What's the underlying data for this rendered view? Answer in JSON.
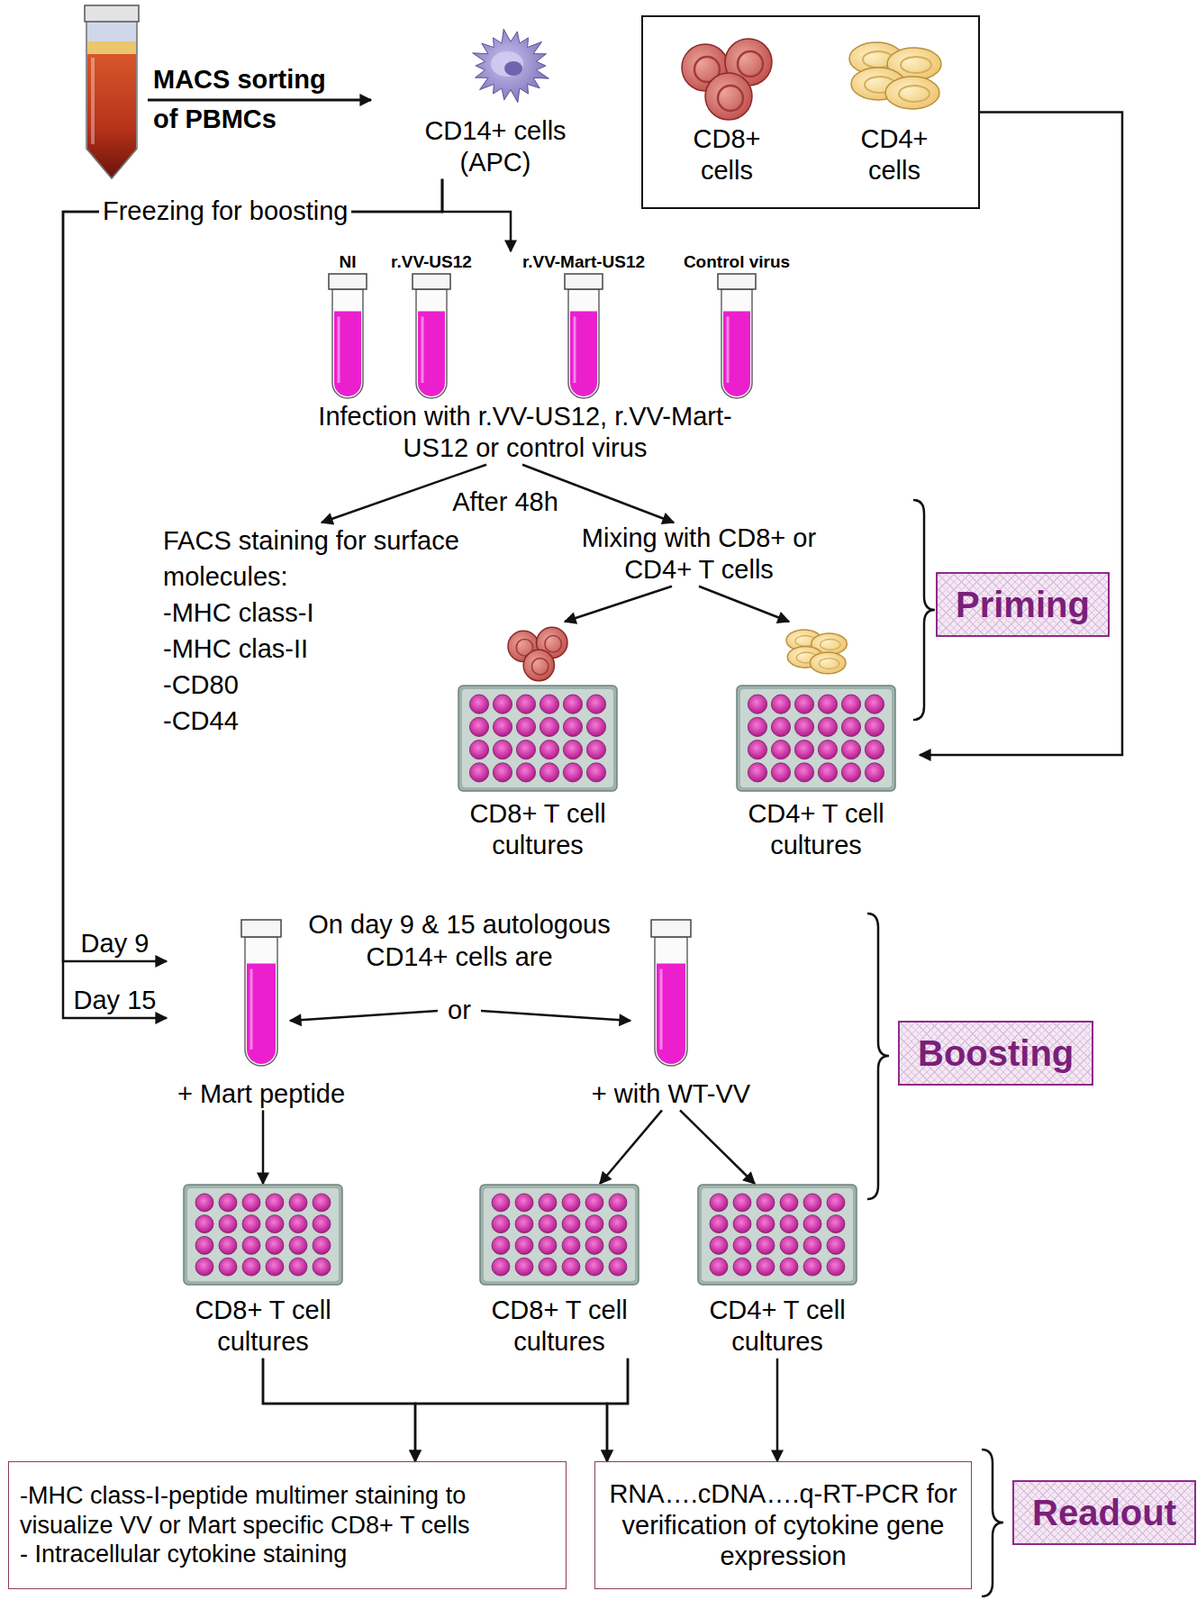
{
  "diagram": {
    "nodes": [
      {
        "text": [
          "CD14+ cells (APC)"
        ]
      },
      {
        "text": [
          "CD8+ cells",
          "CD4+ cells"
        ]
      },
      {
        "text": [
          "NI"
        ]
      },
      {
        "text": [
          "r.VV-US12"
        ]
      },
      {
        "text": [
          "r.VV-Mart-US12"
        ]
      },
      {
        "text": [
          "Control virus"
        ]
      },
      {
        "text": [
          "Infection with r.VV-US12, r.VV-Mart-US12 or control virus"
        ]
      },
      {
        "text": [
          "FACS staining for surface molecules:",
          "-MHC class-I",
          "-MHC clas-II",
          "-CD80",
          "-CD44"
        ]
      },
      {
        "text": [
          "Mixing with CD8+ or CD4+ T cells"
        ]
      },
      {
        "text": [
          "CD8+ T cell cultures"
        ]
      },
      {
        "text": [
          "CD4+ T cell cultures"
        ]
      },
      {
        "text": [
          "+ Mart peptide"
        ]
      },
      {
        "text": [
          "+ with WT-VV"
        ]
      },
      {
        "text": [
          "CD8+ T cell cultures"
        ]
      },
      {
        "text": [
          "CD8+ T cell cultures"
        ]
      },
      {
        "text": [
          "CD4+ T cell cultures"
        ]
      },
      {
        "text": [
          "-MHC class-I-peptide multimer staining to visualize VV or Mart specific CD8+ T cells",
          "- Intracellular cytokine staining"
        ]
      },
      {
        "text": [
          "RNA….cDNA….q-RT-PCR for verification of cytokine gene expression"
        ]
      },
      {
        "text": [
          "Priming"
        ]
      },
      {
        "text": [
          "Boosting"
        ]
      },
      {
        "text": [
          "Readout"
        ]
      }
    ],
    "edges": [
      {
        "from": 0,
        "to": 4,
        "arrow": "to"
      },
      {
        "from": 0,
        "to": 11,
        "label": "Day 9",
        "arrow": "to"
      },
      {
        "from": 0,
        "to": 11,
        "label": "Day 15",
        "arrow": "to"
      },
      {
        "from": 6,
        "to": 7,
        "arrow": "to"
      },
      {
        "from": 6,
        "to": 8,
        "arrow": "to"
      },
      {
        "from": 8,
        "to": 9,
        "arrow": "to"
      },
      {
        "from": 8,
        "to": 10,
        "arrow": "to"
      },
      {
        "from": 1,
        "to": 10,
        "arrow": "to"
      },
      {
        "from": 11,
        "to": 13,
        "arrow": "to"
      },
      {
        "from": 12,
        "to": 14,
        "arrow": "to"
      },
      {
        "from": 12,
        "to": 15,
        "arrow": "to"
      },
      {
        "from": 13,
        "to": 16,
        "arrow": "to"
      },
      {
        "from": 13,
        "to": 17,
        "arrow": "to"
      },
      {
        "from": 14,
        "to": 16,
        "arrow": "to"
      },
      {
        "from": 14,
        "to": 17,
        "arrow": "to"
      },
      {
        "from": 15,
        "to": 17,
        "arrow": "to"
      }
    ],
    "labels": [
      "MACS sorting of PBMCs",
      "Freezing for boosting",
      "After 48h",
      "On day 9 & 15 autologous CD14+ cells are",
      "or"
    ]
  }
}
